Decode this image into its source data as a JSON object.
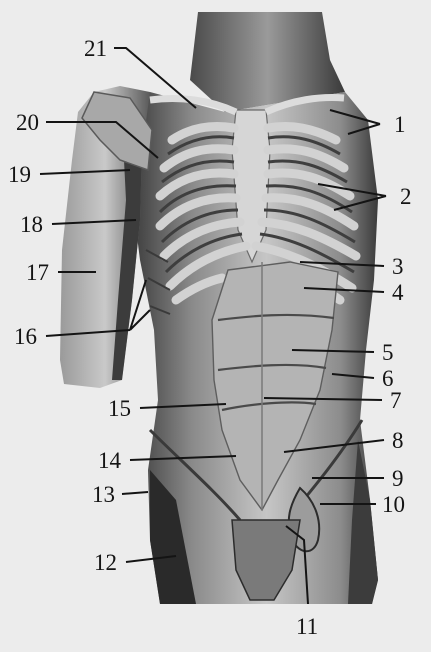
{
  "labels": {
    "l1": "1",
    "l2": "2",
    "l3": "3",
    "l4": "4",
    "l5": "5",
    "l6": "6",
    "l7": "7",
    "l8": "8",
    "l9": "9",
    "l10": "10",
    "l11": "11",
    "l12": "12",
    "l13": "13",
    "l14": "14",
    "l15": "15",
    "l16": "16",
    "l17": "17",
    "l18": "18",
    "l19": "19",
    "l20": "20",
    "l21": "21"
  },
  "colors": {
    "background": "#ececec",
    "skin_light": "#cfcfcf",
    "skin_mid": "#8d8d8d",
    "skin_dark": "#2e2e2e",
    "ink": "#141414"
  }
}
